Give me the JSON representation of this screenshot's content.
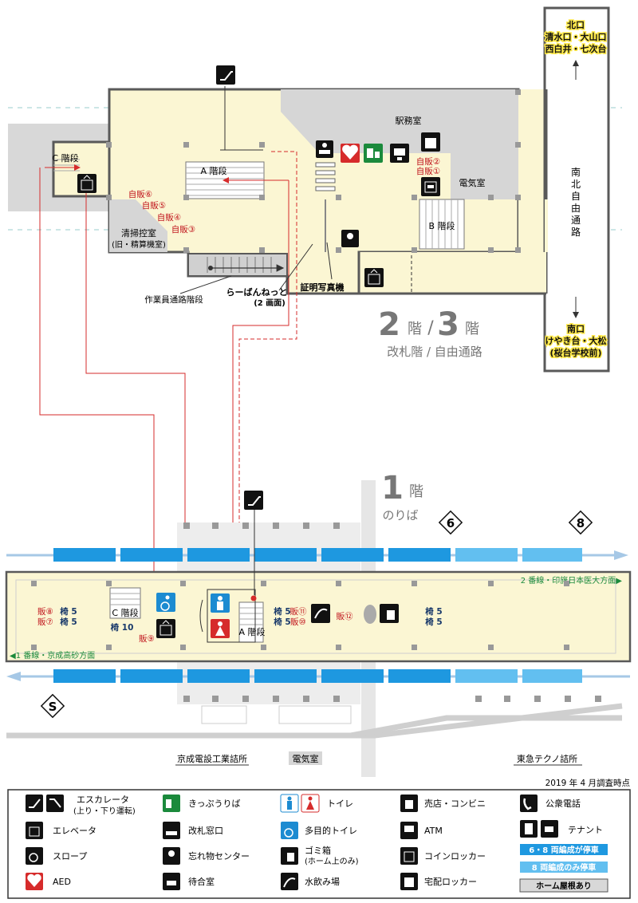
{
  "upper": {
    "floor_num_a": "2",
    "floor_num_b": "3",
    "floor_kai": "階",
    "floor_slash": "/",
    "floor_kai2": "階",
    "floor_sub": "改札階 / 自由通路",
    "ekimushitsu": "駅務室",
    "denkishitsu": "電気室",
    "seisou": "清掃控室",
    "seisou_sub": "(旧・精算機室)",
    "a_kaidan": "A 階段",
    "b_kaidan": "B 階段",
    "c_kaidan": "C 階段",
    "sagyoin": "作業員通路階段",
    "raban": "らーばんねっと",
    "raban_sub": "(2 画面)",
    "shomei": "証明写真機",
    "jihan1": "自販①",
    "jihan2": "自販②",
    "jihan3": "自販③",
    "jihan4": "自販④",
    "jihan5": "自販⑤",
    "jihan6": "自販⑥",
    "nanboku": [
      "南",
      "北",
      "自",
      "由",
      "通",
      "路"
    ],
    "north_l1": "北口",
    "north_l2": "清水口・大山口",
    "north_l3": "西白井・七次台",
    "south_l1": "南口",
    "south_l2": "けやき台・大松",
    "south_l3": "(桜台学校前)"
  },
  "lower": {
    "floor_num": "1",
    "floor_kai": "階",
    "floor_sub": "のりば",
    "car6": "6",
    "car8": "8",
    "car_s": "S",
    "dir2": "2 番線・印旛日本医大方面▶",
    "dir1": "◀1 番線・京成高砂方面",
    "c_kaidan": "C 階段",
    "a_kaidan": "A 階段",
    "han8": "販⑧",
    "han7": "販⑦",
    "isu5a": "椅 5",
    "isu5b": "椅 5",
    "isu10": "椅 10",
    "han9": "販⑨",
    "isu5c": "椅 5",
    "isu5d": "椅 5",
    "han11": "販⑪",
    "han10": "販⑩",
    "han12": "販⑫",
    "isu5e": "椅 5",
    "isu5f": "椅 5",
    "keisei": "京成電設工業詰所",
    "denki": "電気室",
    "tokyu": "東急テクノ詰所"
  },
  "survey_date": "2019 年 4 月調査時点",
  "legend": {
    "escalator": "エスカレータ",
    "escalator_sub": "(上り・下り運転)",
    "elevator": "エレベータ",
    "slope": "スロープ",
    "aed": "AED",
    "kippu": "きっぷうりば",
    "kaisatsu": "改札窓口",
    "wasuremono": "忘れ物センター",
    "machiai": "待合室",
    "toilet": "トイレ",
    "tamokuteki": "多目的トイレ",
    "gomi": "ゴミ箱",
    "gomi_sub": "(ホーム上のみ)",
    "mizunomi": "水飲み場",
    "baiten": "売店・コンビニ",
    "atm": "ATM",
    "coin": "コインロッカー",
    "takuhai": "宅配ロッカー",
    "phone": "公衆電話",
    "tenant": "テナント",
    "stop68": "6・8 両編成が停車",
    "stop8": "8 両編成のみ停車",
    "roof": "ホーム屋根あり"
  },
  "colors": {
    "concourse": "#fbf6d3",
    "office": "#d6d6d6",
    "wall": "#595959",
    "route": "#d62b2b",
    "car_blue": "#1e98e0",
    "car_light": "#62bff0",
    "toilet_blue": "#1c8bd1",
    "toilet_red": "#d62b2b"
  }
}
